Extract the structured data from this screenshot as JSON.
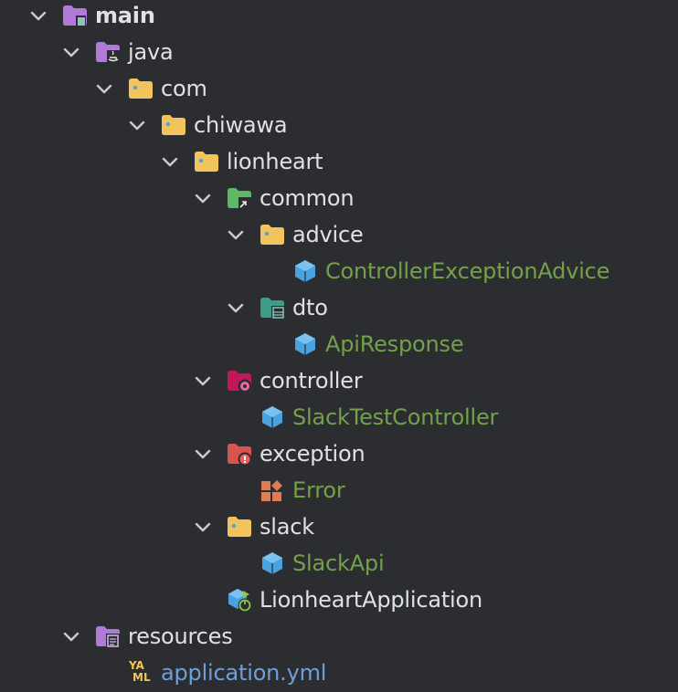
{
  "colors": {
    "background": "#2b2d30",
    "dir_text": "#dfe1e5",
    "class_text": "#73a14a",
    "resource_text": "#6f9fd8",
    "folder_yellow": "#f2c55c",
    "folder_purple": "#b07bd8",
    "folder_green": "#5fb865",
    "folder_teal": "#3d9c87",
    "folder_red": "#d9534f",
    "folder_pink": "#c2185b",
    "class_blue": "#4aa3df",
    "enum_orange": "#e07b53"
  },
  "tree": {
    "main": {
      "label": "main",
      "icon": "module-source-folder-icon"
    },
    "java": {
      "label": "java",
      "icon": "java-source-root-icon"
    },
    "com": {
      "label": "com",
      "icon": "package-folder-icon"
    },
    "chiwawa": {
      "label": "chiwawa",
      "icon": "package-folder-icon"
    },
    "lionheart": {
      "label": "lionheart",
      "icon": "package-folder-icon"
    },
    "common": {
      "label": "common",
      "icon": "common-package-icon"
    },
    "advice": {
      "label": "advice",
      "icon": "package-folder-icon"
    },
    "controller_exception_advice": {
      "label": "ControllerExceptionAdvice",
      "icon": "class-icon"
    },
    "dto": {
      "label": "dto",
      "icon": "dto-package-icon"
    },
    "api_response": {
      "label": "ApiResponse",
      "icon": "class-icon"
    },
    "controller": {
      "label": "controller",
      "icon": "controller-package-icon"
    },
    "slack_test_controller": {
      "label": "SlackTestController",
      "icon": "class-icon"
    },
    "exception": {
      "label": "exception",
      "icon": "exception-package-icon"
    },
    "error": {
      "label": "Error",
      "icon": "enum-icon"
    },
    "slack": {
      "label": "slack",
      "icon": "package-folder-icon"
    },
    "slack_api": {
      "label": "SlackApi",
      "icon": "class-icon"
    },
    "lionheart_application": {
      "label": "LionheartApplication",
      "icon": "spring-boot-application-icon"
    },
    "resources": {
      "label": "resources",
      "icon": "resources-root-icon"
    },
    "application_yml": {
      "label": "application.yml",
      "icon": "yaml-file-icon"
    },
    "yaml_badge_top": "YA",
    "yaml_badge_bottom": "ML"
  }
}
